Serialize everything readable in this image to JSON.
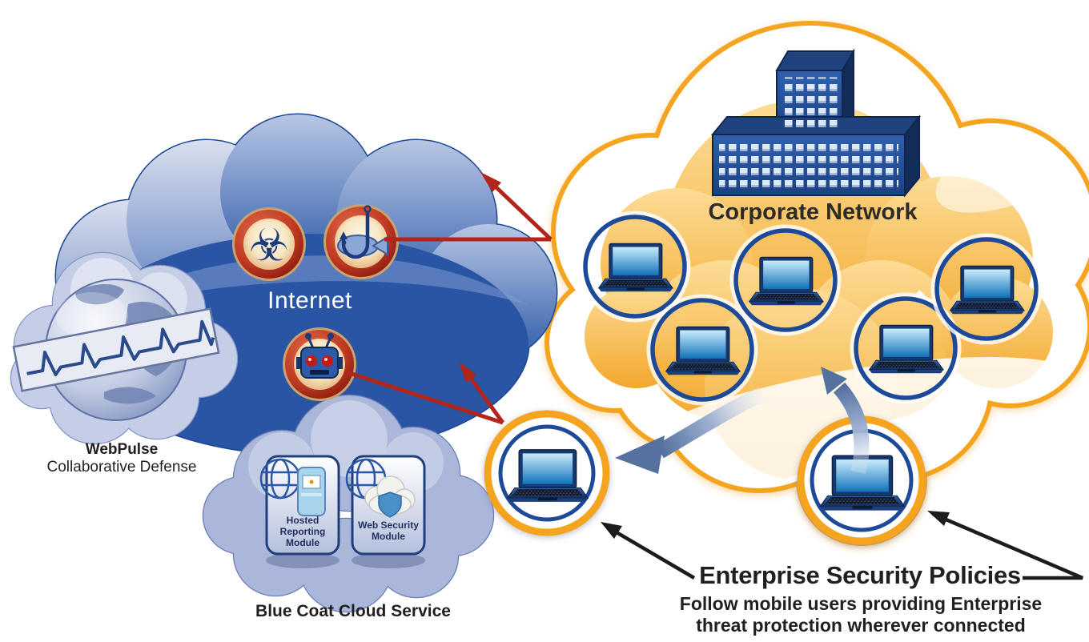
{
  "diagram": {
    "internet_cloud": {
      "label": "Internet"
    },
    "webpulse": {
      "title": "WebPulse",
      "subtitle": "Collaborative Defense"
    },
    "cloud_service": {
      "label": "Blue Coat Cloud Service",
      "modules": [
        {
          "label": "Hosted Reporting Module"
        },
        {
          "label": "Web Security Module"
        }
      ]
    },
    "corporate": {
      "label": "Corporate Network",
      "laptop_count": 5
    },
    "mobile_laptop_count": 2,
    "policies": {
      "title": "Enterprise Security Policies",
      "line1": "Follow mobile users providing Enterprise",
      "line2": "threat protection wherever connected"
    },
    "icons": {
      "biohazard_glyph": "☣",
      "threat_icons": [
        "biohazard-icon",
        "phishing-hook-icon",
        "botnet-robot-icon"
      ],
      "other_icons": [
        "webpulse-globe-icon",
        "globe-grid-icon",
        "report-kiosk-icon",
        "security-cloud-shield-icon",
        "office-building-icon",
        "laptop-icon"
      ]
    },
    "colors": {
      "internet_blue": "#2a55a4",
      "navy_ring": "#1c4998",
      "orange_outline": "#f5a41f",
      "yellow_fill": "#f6b84e",
      "threat_red": "#b1251a",
      "periwinkle": "#aab6da",
      "arrow_black": "#1e1c1a",
      "text_dark": "#221f1f"
    }
  }
}
